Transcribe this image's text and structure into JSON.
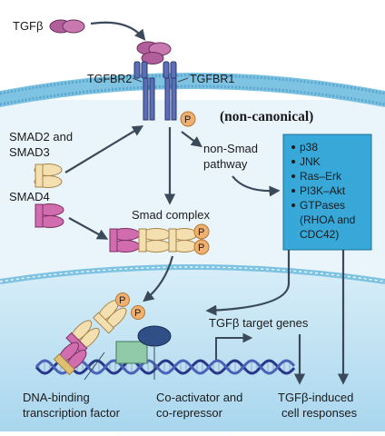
{
  "labels": {
    "tgfb": "TGFβ",
    "tgfbr2": "TGFBR2",
    "tgfbr1": "TGFBR1",
    "phospho": "P",
    "smad23_line1": "SMAD2 and",
    "smad23_line2": "SMAD3",
    "smad4": "SMAD4",
    "nonsmad_line1": "non-Smad",
    "nonsmad_line2": "pathway",
    "non_canonical": "(non-canonical)",
    "smad_complex": "Smad complex",
    "target_genes": "TGFβ target genes",
    "dna_tf_line1": "DNA-binding",
    "dna_tf_line2": "transcription factor",
    "coact_line1": "Co-activator and",
    "coact_line2": "co-repressor",
    "induced_line1": "TGFβ-induced",
    "induced_line2": "cell responses"
  },
  "pathway_box": {
    "items": [
      "p38",
      "JNK",
      "Ras–Erk",
      "PI3K–Akt",
      "GTPases",
      "(RHOA and",
      "CDC42)"
    ]
  },
  "colors": {
    "membrane": "#5fb0d6",
    "nucleus": "#bfe0f0",
    "box": "#37a8d8",
    "ligand": "#b05f9a",
    "receptor": "#5b6fb4",
    "phospho": "#f0b070",
    "smad_beige": "#f3dfb0",
    "smad4_pink": "#d16cae",
    "tf_green": "#8fc9a8",
    "coactivator": "#2f4f86"
  }
}
